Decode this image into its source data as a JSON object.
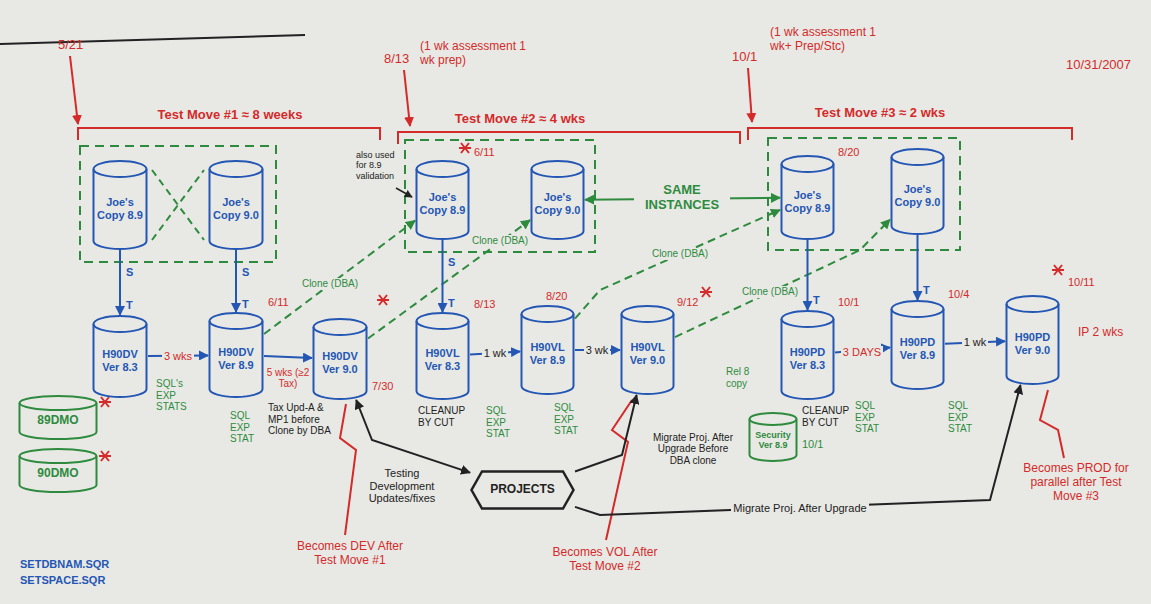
{
  "diagram": {
    "nodes": [
      {
        "text": [
          "Joe's Copy 8.9"
        ]
      },
      {
        "text": [
          "Joe's Copy 9.0"
        ]
      },
      {
        "text": [
          "Joe's Copy 8.9"
        ]
      },
      {
        "text": [
          "Joe's Copy 9.0"
        ]
      },
      {
        "text": [
          "Joe's Copy 8.9"
        ]
      },
      {
        "text": [
          "Joe's Copy 9.0"
        ]
      },
      {
        "text": [
          "H90DV Ver 8.3"
        ]
      },
      {
        "text": [
          "H90DV Ver 8.9"
        ]
      },
      {
        "text": [
          "H90DV Ver 9.0"
        ]
      },
      {
        "text": [
          "H90VL Ver 8.3"
        ]
      },
      {
        "text": [
          "H90VL Ver 8.9"
        ]
      },
      {
        "text": [
          "H90VL Ver 9.0"
        ]
      },
      {
        "text": [
          "Security Ver 8.9"
        ]
      },
      {
        "text": [
          "H90PD Ver 8.3"
        ]
      },
      {
        "text": [
          "H90PD Ver 8.9"
        ]
      },
      {
        "text": [
          "H90PD Ver 9.0"
        ]
      },
      {
        "text": [
          "89DMO"
        ]
      },
      {
        "text": [
          "90DMO"
        ]
      },
      {
        "text": [
          "PROJECTS"
        ]
      }
    ],
    "edges": [
      {
        "from": 0,
        "to": 6,
        "arrow": "to"
      },
      {
        "from": 1,
        "to": 7,
        "arrow": "to"
      },
      {
        "from": 6,
        "to": 7,
        "label": "3 wks",
        "arrow": "to"
      },
      {
        "from": 7,
        "to": 8,
        "label": "5 wks (≥2 Tax)",
        "arrow": "to"
      },
      {
        "from": 7,
        "to": 2,
        "label": "Clone (DBA)",
        "arrow": "to"
      },
      {
        "from": 8,
        "to": 3,
        "label": "Clone (DBA)",
        "arrow": "to"
      },
      {
        "from": 2,
        "to": 9,
        "arrow": "to"
      },
      {
        "from": 9,
        "to": 10,
        "label": "1 wk",
        "arrow": "to"
      },
      {
        "from": 10,
        "to": 11,
        "label": "3 wk",
        "arrow": "to"
      },
      {
        "from": 3,
        "to": 4,
        "label": "SAME INSTANCES",
        "arrow": "both"
      },
      {
        "from": 10,
        "to": 4,
        "label": "Clone (DBA)",
        "arrow": "to"
      },
      {
        "from": 11,
        "to": 5,
        "label": "Clone (DBA)",
        "arrow": "to"
      },
      {
        "from": 4,
        "to": 13,
        "arrow": "to"
      },
      {
        "from": 5,
        "to": 14,
        "arrow": "to"
      },
      {
        "from": 13,
        "to": 14,
        "label": "3 DAYS",
        "arrow": "to"
      },
      {
        "from": 14,
        "to": 15,
        "label": "1 wk",
        "arrow": "to"
      },
      {
        "from": 18,
        "to": 8,
        "label": "Testing Development Updates/fixes",
        "arrow": "both"
      },
      {
        "from": 18,
        "to": 11,
        "label": "Migrate Proj. After Upgrade Before DBA clone",
        "arrow": "to"
      },
      {
        "from": 18,
        "to": 15,
        "label": "Migrate Proj. After Upgrade",
        "arrow": "to"
      }
    ],
    "labels": [
      "5/21",
      "Test Move #1 ≈ 8 weeks",
      "8/13",
      "(1 wk assessment 1 wk prep)",
      "Test Move #2 ≈ 4 wks",
      "10/1",
      "(1 wk assessment 1 wk+ Prep/Stc)",
      "Test Move #3 ≈ 2 wks",
      "10/31/2007",
      "S",
      "T",
      "S",
      "T",
      "also used for 8.9 validation",
      "6/11",
      "S",
      "T",
      "8/20",
      "T",
      "T",
      "6/11",
      "7/30",
      "8/13",
      "8/20",
      "9/12",
      "CLEANUP BY CUT",
      "CLEANUP BY CUT",
      "10/1",
      "10/1",
      "Rel 8 copy",
      "10/4",
      "10/11",
      "IP 2 wks",
      "SQL's EXP STATS",
      "SQL EXP STAT",
      "Tax Upd-A & MP1 before Clone by DBA",
      "SQL EXP STAT",
      "SQL EXP STAT",
      "SQL EXP STAT",
      "SQL EXP STAT",
      "Becomes DEV After Test Move #1",
      "Becomes VOL After Test Move #2",
      "Becomes PROD for parallel after Test Move #3",
      "SETDBNAM.SQR",
      "SETSPACE.SQR"
    ]
  }
}
